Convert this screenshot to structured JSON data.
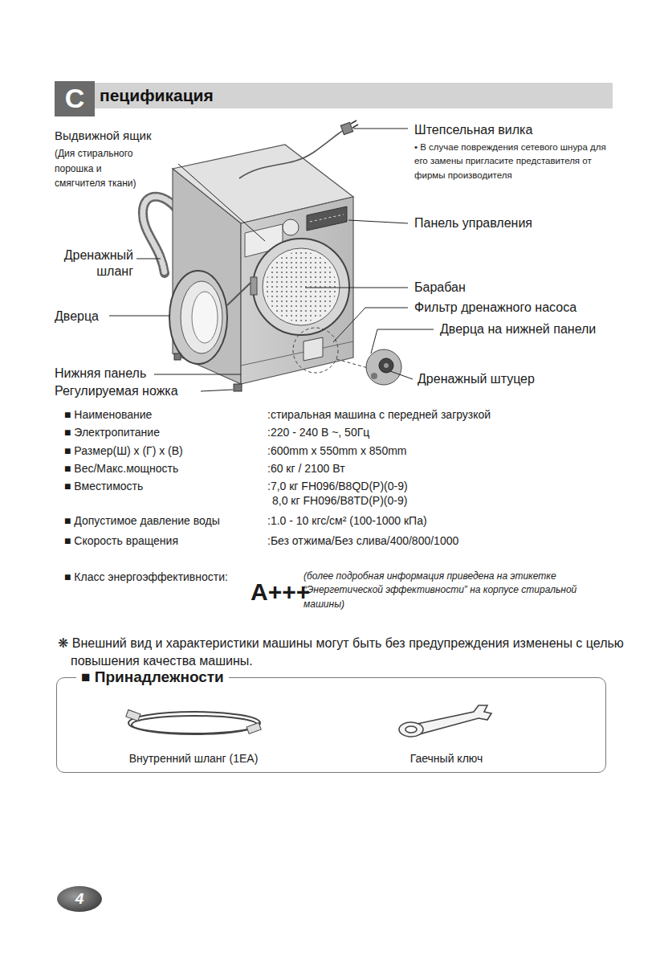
{
  "diagram": {
    "nodes": [
      {
        "text": [
          "С"
        ]
      },
      {
        "text": [
          "пецификация"
        ]
      },
      {
        "text": [
          "■ Принадлежности",
          "Внутренний шланг (1EA)",
          "Гаечный ключ"
        ]
      },
      {
        "text": [
          "4"
        ]
      }
    ],
    "labels": [
      "Выдвижной ящик",
      "(Дия стирального порошка и смягчителя ткани)",
      "Штепсельная вилка",
      "• В случае повреждения сетевого шнура для его замены пригласите представителя от фирмы производителя",
      "Панель управления",
      "Дренажный шланг",
      "Барабан",
      "Фильтр дренажного насоса",
      "Дверца на нижней панели",
      "Дверца",
      "Нижняя панель",
      "Дренажный штуцер",
      "Регулируемая ножка",
      "■ Наименование",
      ":стиральная машина с передней загрузкой",
      "■ Электропитание",
      ":220 - 240 В ~, 50Гц",
      "■ Размер(Ш) x (Г) x (В)",
      ":600mm x 550mm x 850mm",
      "■ Вес/Макс.мощность",
      ":60 кг / 2100 Вт",
      "■ Вместимость",
      ":7,0 кг FH096/B8QD(P)(0-9)",
      "8,0 кг FH096/B8TD(P)(0-9)",
      "■ Допустимое давление воды",
      ":1.0 - 10 кгс/см² (100-1000 кПа)",
      "■ Скорость вращения",
      ":Без отжима/Без слива/400/800/1000",
      "■ Класс энергоэффективности:",
      "A+++",
      "(более подробная информация приведена на этикетке “Энергетической эффективности” на корпусе стиральной машины)",
      "❋ Внешний вид и характеристики машины могут быть без предупреждения изменены с целью повышения качества машины."
    ]
  }
}
